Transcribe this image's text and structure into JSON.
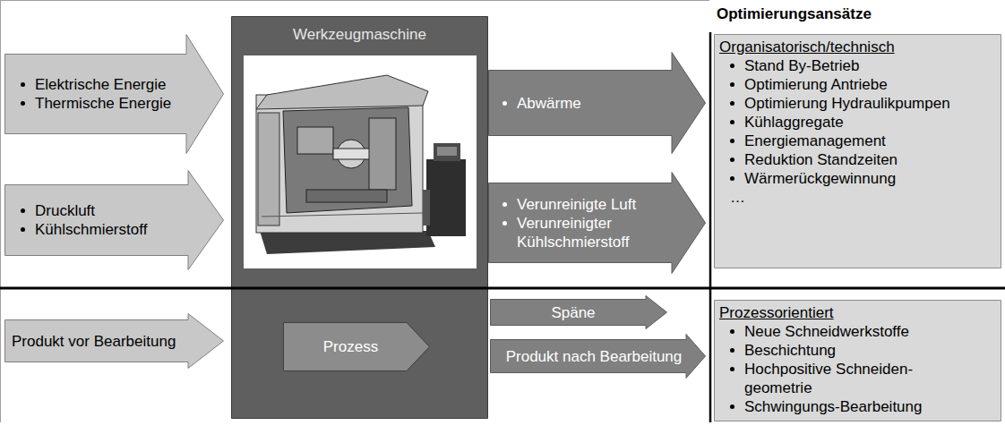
{
  "diagram": {
    "nodes": [
      {
        "text": [
          "Elektrische Energie",
          "Thermische Energie"
        ]
      },
      {
        "text": [
          "Druckluft",
          "Kühlschmierstoff"
        ]
      },
      {
        "text": [
          "Werkzeugmaschine"
        ]
      },
      {
        "text": [
          "Abwärme"
        ]
      },
      {
        "text": [
          "Verunreinigte Luft",
          "Verunreinigter Kühlschmierstoff"
        ]
      },
      {
        "text": [
          "Organisatorisch/technisch",
          "Stand By-Betrieb",
          "Optimierung Antriebe",
          "Optimierung Hydraulikpumpen",
          "Kühlaggregate",
          "Energiemanagement",
          "Reduktion Standzeiten",
          "Wärmerückgewinnung",
          "…"
        ]
      },
      {
        "text": [
          "Produkt vor Bearbeitung"
        ]
      },
      {
        "text": [
          "Prozess"
        ],
        "in": 2
      },
      {
        "text": [
          "Späne"
        ]
      },
      {
        "text": [
          "Produkt nach Bearbeitung"
        ]
      },
      {
        "text": [
          "Prozessorientiert",
          "Neue Schneidwerkstoffe",
          "Beschichtung",
          "Hochpositive Schneiden- geometrie",
          "Schwingungs-Bearbeitung"
        ]
      }
    ],
    "labels": [
      "Optimierungsansätze"
    ]
  }
}
